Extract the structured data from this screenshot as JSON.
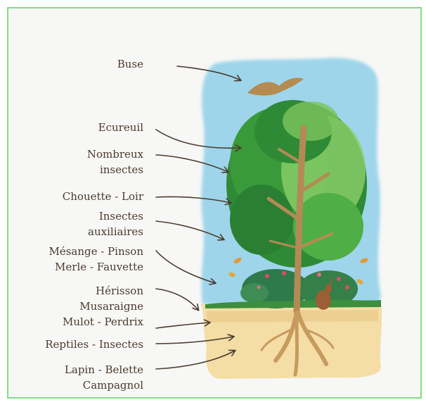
{
  "labels": [
    {
      "lines": [
        "Buse"
      ]
    },
    {
      "lines": [
        "Ecureuil"
      ]
    },
    {
      "lines": [
        "Nombreux",
        "insectes"
      ]
    },
    {
      "lines": [
        "Chouette - Loir"
      ]
    },
    {
      "lines": [
        "Insectes",
        "auxiliaires"
      ]
    },
    {
      "lines": [
        "Mésange - Pinson",
        "Merle - Fauvette"
      ]
    },
    {
      "lines": [
        "Hérisson",
        "Musaraigne",
        "Mulot - Perdrix"
      ]
    },
    {
      "lines": [
        "Reptiles - Insectes"
      ]
    },
    {
      "lines": [
        "Lapin - Belette",
        "Campagnol"
      ]
    }
  ],
  "colors": {
    "border": "#7ee07e",
    "sky": "#8fd0ea",
    "foliage": "#3a9a3a",
    "soil": "#f3dca0",
    "trunk": "#b38a55",
    "text": "#4a3a2e",
    "arrow": "#4a3a2e"
  }
}
